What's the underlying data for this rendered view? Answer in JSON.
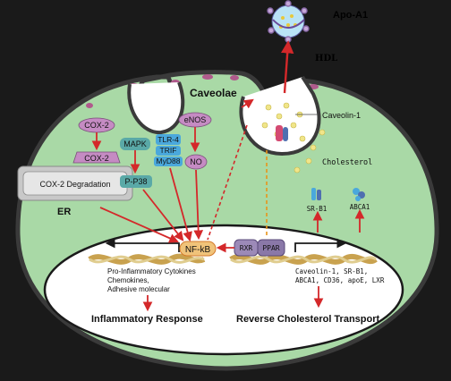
{
  "labels": {
    "apoa1": "Apo-A1",
    "hdl": "HDL",
    "caveolae": "Caveolae",
    "caveolin1": "Caveolin-1",
    "cholesterol": "Cholesterol",
    "cox2_top": "COX-2",
    "cox2_mid": "COX-2",
    "cox2_degradation": "COX-2 Degradation",
    "er": "ER",
    "mapk": "MAPK",
    "tlr4": "TLR-4",
    "trif": "TRIF",
    "myd88": "MyD88",
    "enos": "eNOS",
    "no": "NO",
    "pp38": "P-P38",
    "sr_b1": "SR-B1",
    "abca1": "ABCA1",
    "nfkb": "NF-kB",
    "rxr": "RXR",
    "ppar": "PPAR",
    "pro_inflammatory": "Pro-Inflammatory Cytokines",
    "chemokines": "Chemokines,",
    "adhesive": "Adhesive molecular",
    "target_genes_1": "Caveolin-1, SR-B1,",
    "target_genes_2": "ABCA1, CD36, apoE, LXR",
    "inflammatory_response": "Inflammatory Response",
    "reverse_transport": "Reverse Cholesterol Transport"
  },
  "colors": {
    "cytoplasm": "#a9d9a6",
    "membrane": "#3a3a3a",
    "membrane_pink": "#b05a8c",
    "nucleus": "#ffffff",
    "arrow_red": "#d4282a",
    "arrow_orange": "#e8941a",
    "purple_node": "#c58bc3",
    "teal_node": "#5aa9a7",
    "blue_node": "#4aa8dc",
    "er_box": "#c8c8c8",
    "cholesterol_dot": "#f0e58a"
  }
}
